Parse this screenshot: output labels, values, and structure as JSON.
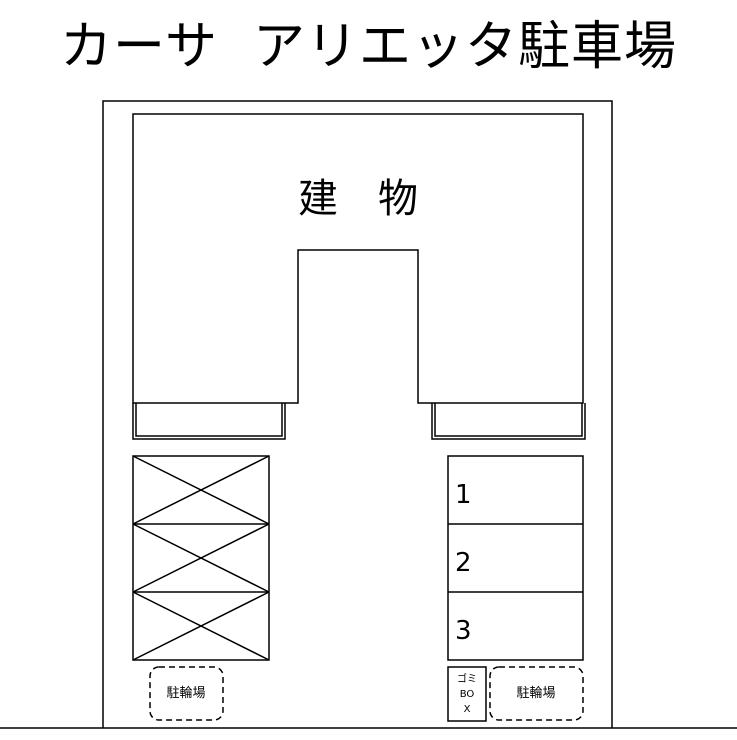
{
  "title": "カーサ  アリエッタ駐車場",
  "building": {
    "label": "建　物"
  },
  "parking_spaces": [
    {
      "number": "1"
    },
    {
      "number": "2"
    },
    {
      "number": "3"
    }
  ],
  "unavailable_spaces": {
    "count": 3,
    "marker": "X"
  },
  "bicycle_parking": [
    {
      "label": "駐輪場",
      "position": "left"
    },
    {
      "label": "駐輪場",
      "position": "right"
    }
  ],
  "trash_box": {
    "line1": "ゴミ",
    "line2": "BO",
    "line3": "X"
  },
  "colors": {
    "line": "#000000",
    "background": "#ffffff"
  }
}
